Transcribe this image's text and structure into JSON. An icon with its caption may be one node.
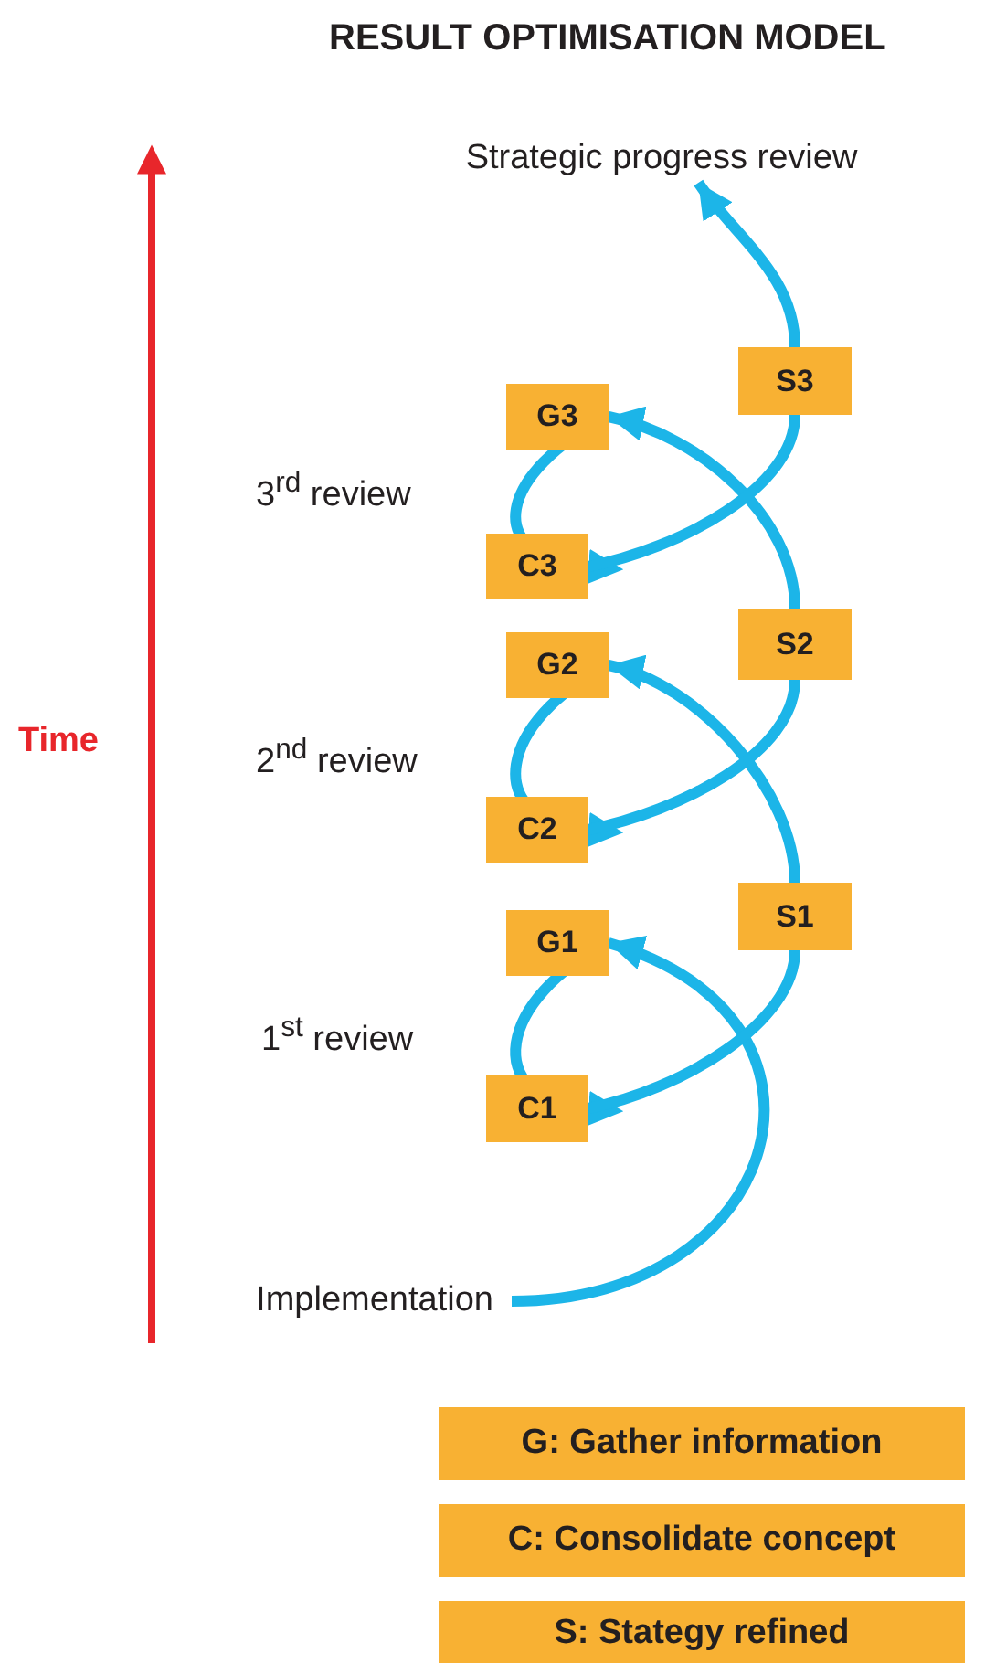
{
  "diagram": {
    "title": "RESULT OPTIMISATION MODEL",
    "nodes": [
      {
        "text": [
          "Strategic progress review"
        ]
      },
      {
        "text": [
          "S3"
        ]
      },
      {
        "text": [
          "G3"
        ]
      },
      {
        "text": [
          "C3"
        ]
      },
      {
        "text": [
          "S2"
        ]
      },
      {
        "text": [
          "G2"
        ]
      },
      {
        "text": [
          "C2"
        ]
      },
      {
        "text": [
          "S1"
        ]
      },
      {
        "text": [
          "G1"
        ]
      },
      {
        "text": [
          "C1"
        ]
      },
      {
        "text": [
          "Implementation"
        ]
      }
    ],
    "edges": [
      {
        "from": 10,
        "to": 8,
        "arrow": "to"
      },
      {
        "from": 8,
        "to": 9,
        "arrow": "to"
      },
      {
        "from": 9,
        "to": 7,
        "arrow": "none"
      },
      {
        "from": 7,
        "to": 5,
        "arrow": "to"
      },
      {
        "from": 5,
        "to": 6,
        "arrow": "to"
      },
      {
        "from": 6,
        "to": 4,
        "arrow": "none"
      },
      {
        "from": 4,
        "to": 2,
        "arrow": "to"
      },
      {
        "from": 2,
        "to": 3,
        "arrow": "to"
      },
      {
        "from": 3,
        "to": 1,
        "arrow": "none"
      },
      {
        "from": 1,
        "to": 0,
        "arrow": "to"
      }
    ],
    "labels": [
      "3$^{rd}$ review",
      "Time",
      "2$^{nd}$ review",
      "1$^{st}$ review"
    ],
    "legend": [
      {
        "text": "G: Gather information",
        "color": "#f8b133"
      },
      {
        "text": "C: Consolidate concept",
        "color": "#f8b133"
      },
      {
        "text": "S: Stategy refined",
        "color": "#f8b133"
      }
    ]
  }
}
